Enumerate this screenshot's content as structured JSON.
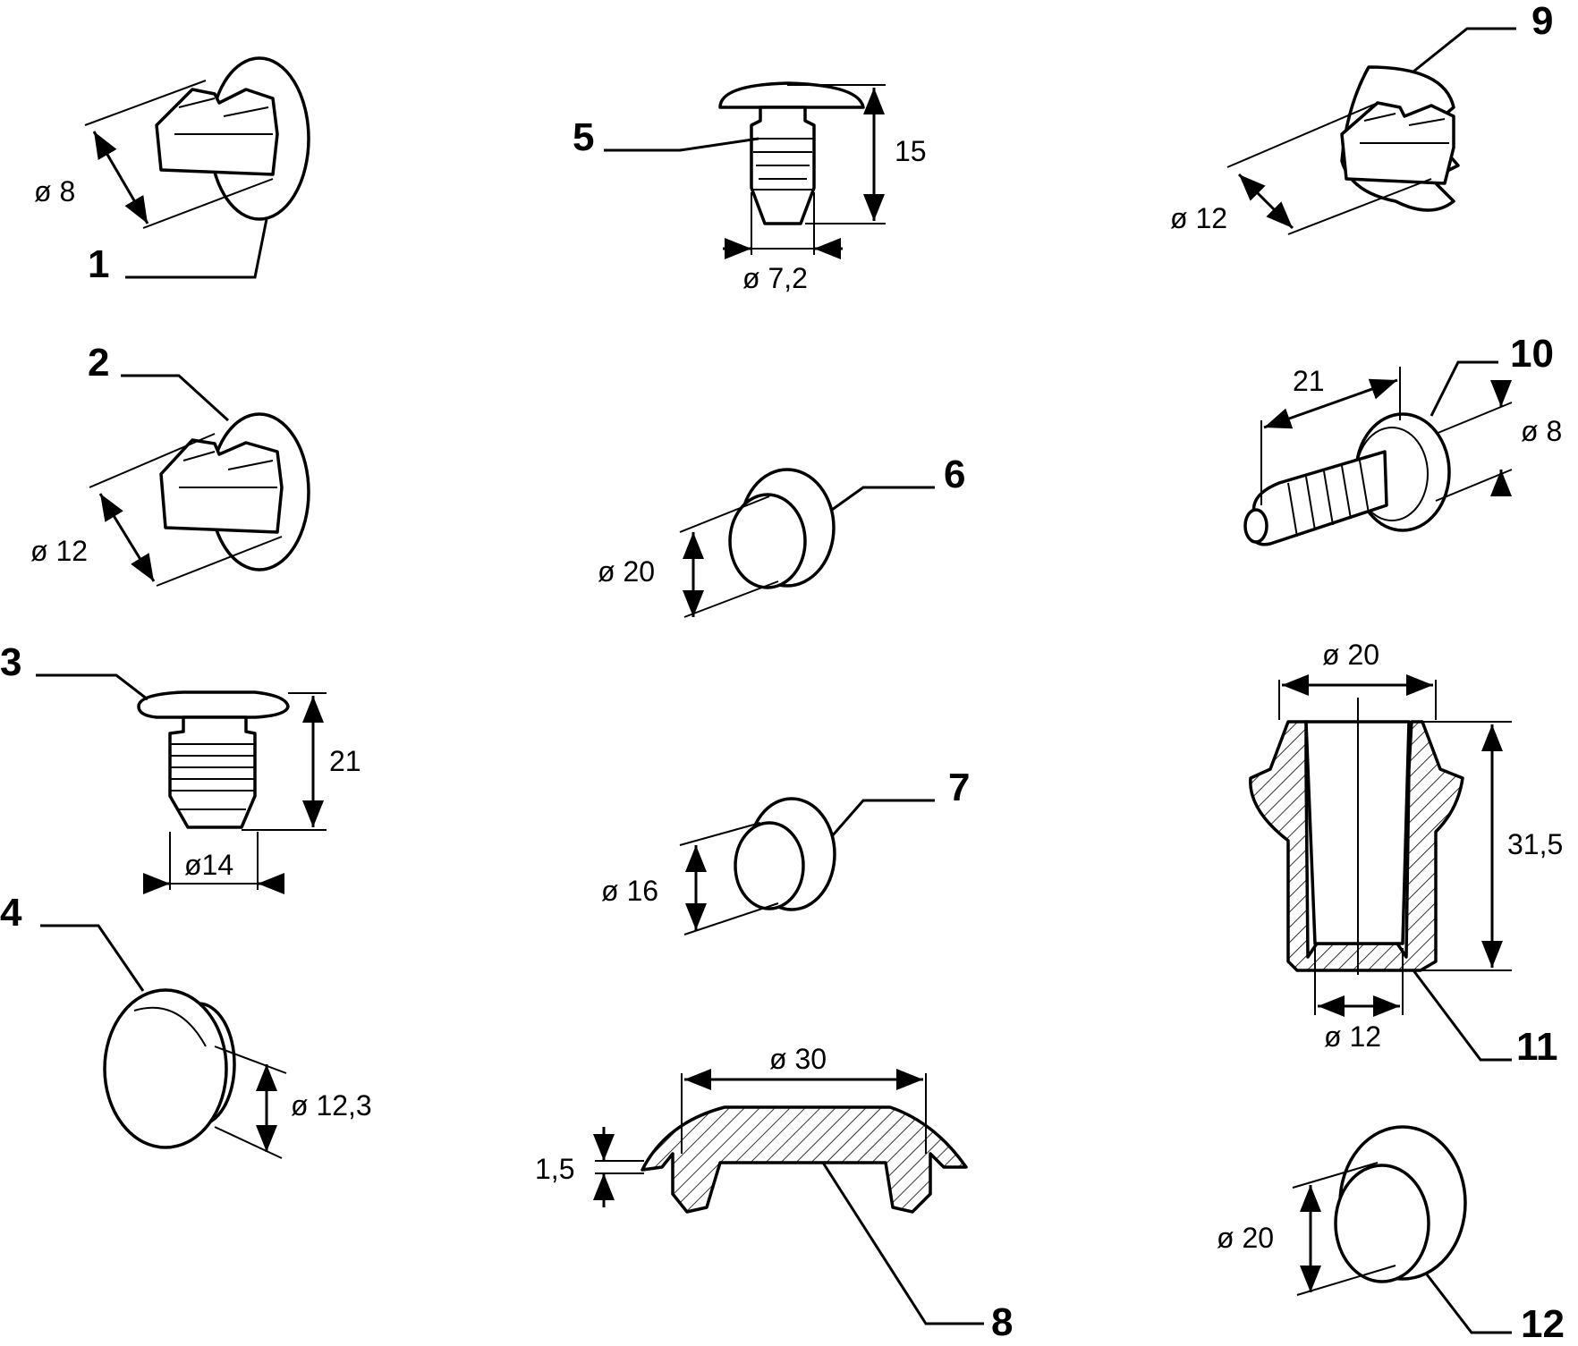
{
  "parts": [
    {
      "number": "1",
      "dimension": "ø 8"
    },
    {
      "number": "2",
      "dimension": "ø 12"
    },
    {
      "number": "3",
      "dimension_height": "21",
      "dimension_diameter": "ø14"
    },
    {
      "number": "4",
      "dimension": "ø 12,3"
    },
    {
      "number": "5",
      "dimension_height": "15",
      "dimension_diameter": "ø 7,2"
    },
    {
      "number": "6",
      "dimension": "ø 20"
    },
    {
      "number": "7",
      "dimension": "ø 16"
    },
    {
      "number": "8",
      "dimension_diameter": "ø 30",
      "dimension_thickness": "1,5"
    },
    {
      "number": "9",
      "dimension": "ø 12"
    },
    {
      "number": "10",
      "dimension_length": "21",
      "dimension_diameter": "ø 8"
    },
    {
      "number": "11",
      "dimension_top": "ø 20",
      "dimension_height": "31,5",
      "dimension_bottom": "ø 12"
    },
    {
      "number": "12",
      "dimension": "ø 20"
    }
  ]
}
